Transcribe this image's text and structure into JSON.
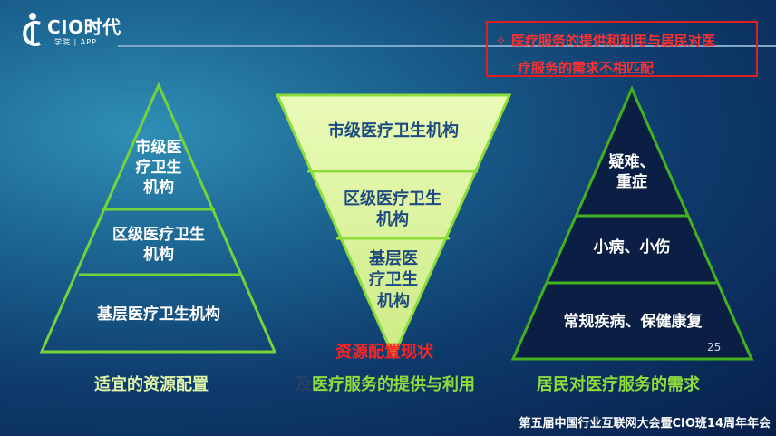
{
  "logo": {
    "brand": "CIO时代",
    "sub": "学院 | APP"
  },
  "note": {
    "bullet": "✧",
    "line1": "医疗服务的提供和利用与居民对医",
    "line2": "疗服务的需求不相匹配"
  },
  "left_pyramid": {
    "tier1": [
      "市级医",
      "疗卫生",
      "机构"
    ],
    "tier2": [
      "区级医疗卫生",
      "机构"
    ],
    "tier3": "基层医疗卫生机构",
    "caption": "适宜的资源配置"
  },
  "middle_pyramid": {
    "tier1": "市级医疗卫生机构",
    "tier2": [
      "区级医疗卫生",
      "机构"
    ],
    "tier3": [
      "基层医",
      "疗卫生",
      "机构"
    ],
    "caption_red": "资源配置现状",
    "caption_dark": "及",
    "caption_green": "医疗服务的提供与利用"
  },
  "right_pyramid": {
    "tier1": [
      "疑难、",
      "重症"
    ],
    "tier2": "小病、小伤",
    "tier3": "常规疾病、保健康复",
    "caption": "居民对医疗服务的需求"
  },
  "colors": {
    "red": "#ff2222",
    "green": "#8edc3c",
    "navy": "#1e4a80",
    "pale_green": "#dff5a8"
  },
  "page_number": "25",
  "footer": "第五届中国行业互联网大会暨CIO班14周年年会"
}
